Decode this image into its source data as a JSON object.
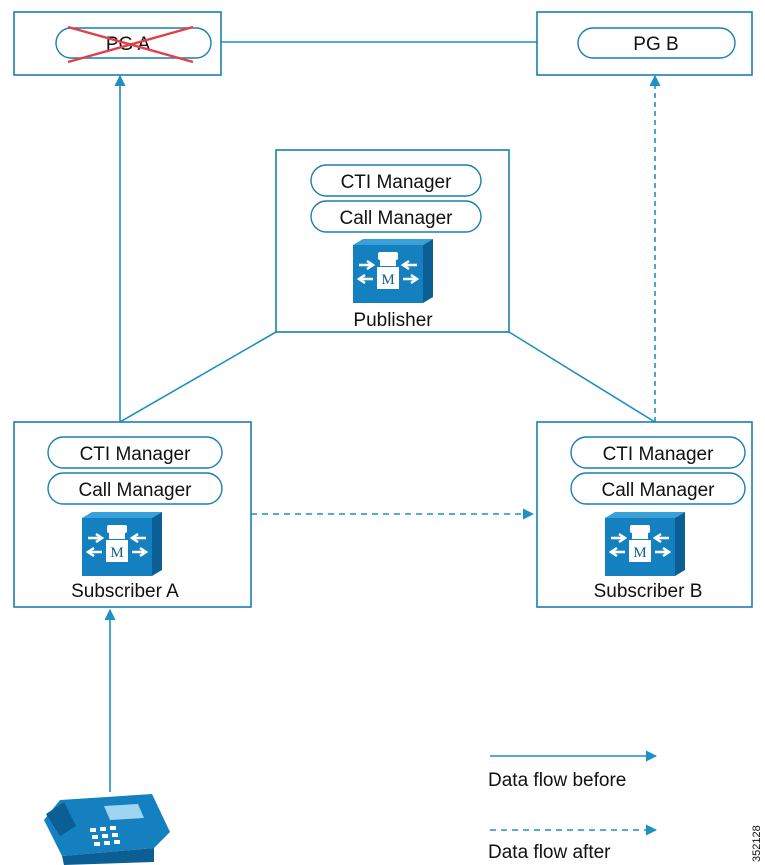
{
  "nodes": {
    "pg_a": {
      "label": "PG A",
      "state": "failed"
    },
    "pg_b": {
      "label": "PG B"
    },
    "publisher": {
      "services": [
        "CTI Manager",
        "Call Manager"
      ],
      "name": "Publisher"
    },
    "subscriber_a": {
      "services": [
        "CTI Manager",
        "Call Manager"
      ],
      "name": "Subscriber A"
    },
    "subscriber_b": {
      "services": [
        "CTI Manager",
        "Call Manager"
      ],
      "name": "Subscriber B"
    }
  },
  "legend": {
    "before": "Data flow before",
    "after": "Data flow after"
  },
  "figure_id": "352128",
  "colors": {
    "line": "#1f8fc4",
    "box_border": "#1a7fb0",
    "device_fill": "#1580c0",
    "failure": "#e0404a",
    "text": "#111111"
  },
  "icons": {
    "call_manager": "call-manager-server-icon",
    "phone": "ip-phone-icon"
  }
}
